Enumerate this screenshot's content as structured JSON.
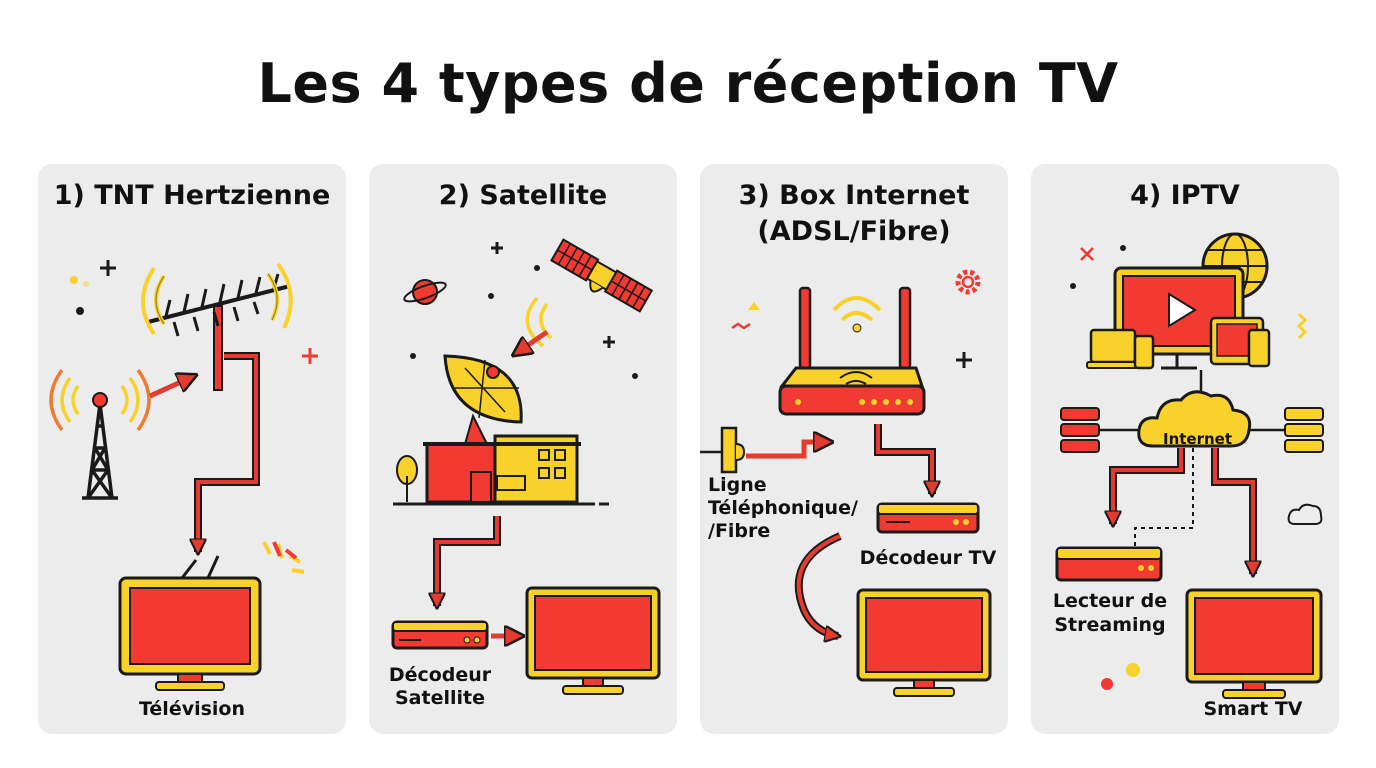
{
  "title": "Les 4 types de réception TV",
  "panels": [
    {
      "title": "1) TNT Hertzienne",
      "labels": {
        "tv": "Télévision"
      }
    },
    {
      "title": "2) Satellite",
      "labels": {
        "decoder_line1": "Décodeur",
        "decoder_line2": "Satellite"
      }
    },
    {
      "title_line1": "3) Box Internet",
      "title_line2": "(ADSL/Fibre)",
      "labels": {
        "line1": "Ligne",
        "line2": "Téléphonique/",
        "line3": "/Fibre",
        "decoder": "Décodeur TV"
      }
    },
    {
      "title": "4) IPTV",
      "labels": {
        "cloud": "Internet",
        "player_line1": "Lecteur de",
        "player_line2": "Streaming",
        "smarttv": "Smart TV"
      }
    }
  ],
  "colors": {
    "red": "#f03a32",
    "yellow": "#f8d22a",
    "dark": "#1a1a1a",
    "panel": "#ececec",
    "arrow": "#e43a30"
  }
}
